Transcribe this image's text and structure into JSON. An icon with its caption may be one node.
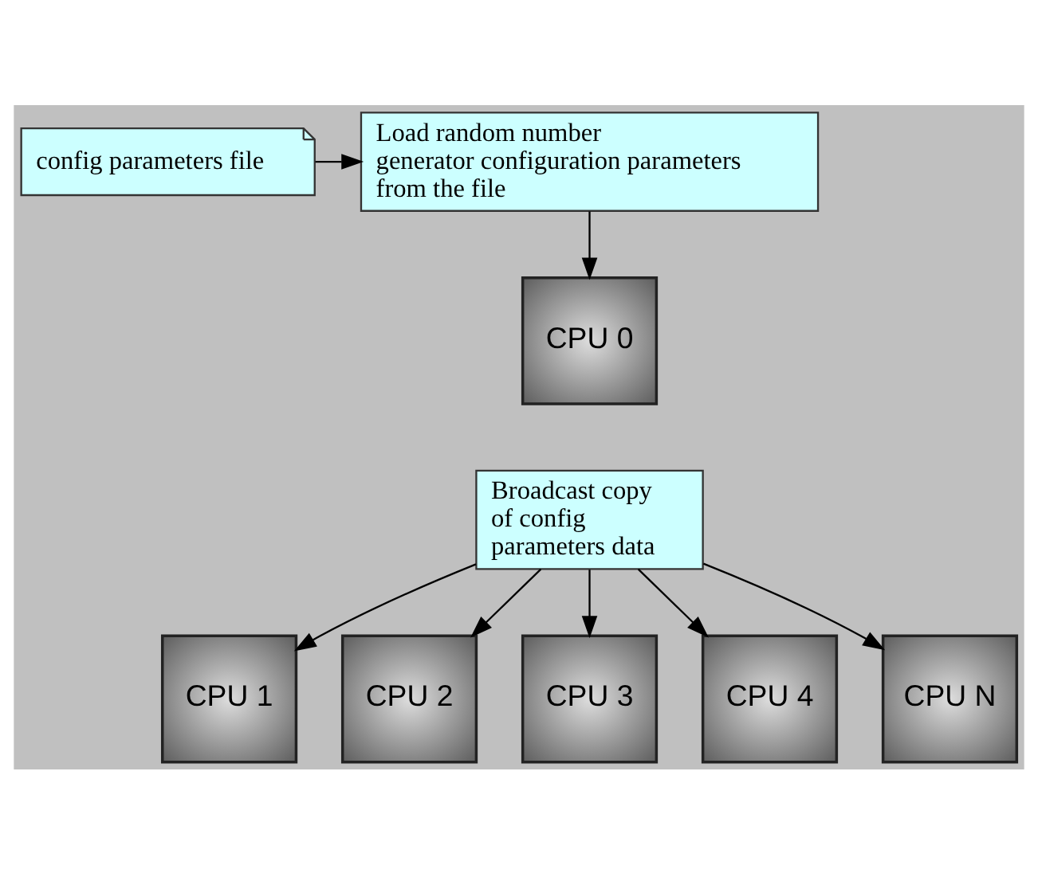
{
  "diagram": {
    "nodes": [
      {
        "text": [
          "Load random number generator configuration parameters from the file"
        ]
      },
      {
        "text": [
          "config parameters file"
        ]
      },
      {
        "text": [
          "CPU 0"
        ]
      },
      {
        "text": [
          "Broadcast copy of config parameters data"
        ]
      },
      {
        "text": [
          "CPU 1"
        ]
      },
      {
        "text": [
          "CPU 2"
        ]
      },
      {
        "text": [
          "CPU 3"
        ]
      },
      {
        "text": [
          "CPU 4"
        ]
      },
      {
        "text": [
          "CPU N"
        ]
      }
    ],
    "edges": [
      {
        "from": 1,
        "to": 0,
        "arrow": "to"
      },
      {
        "from": 0,
        "to": 2,
        "arrow": "to"
      },
      {
        "from": 3,
        "to": 4,
        "arrow": "to"
      },
      {
        "from": 3,
        "to": 5,
        "arrow": "to"
      },
      {
        "from": 3,
        "to": 6,
        "arrow": "to"
      },
      {
        "from": 3,
        "to": 7,
        "arrow": "to"
      },
      {
        "from": 3,
        "to": 8,
        "arrow": "to"
      }
    ]
  }
}
